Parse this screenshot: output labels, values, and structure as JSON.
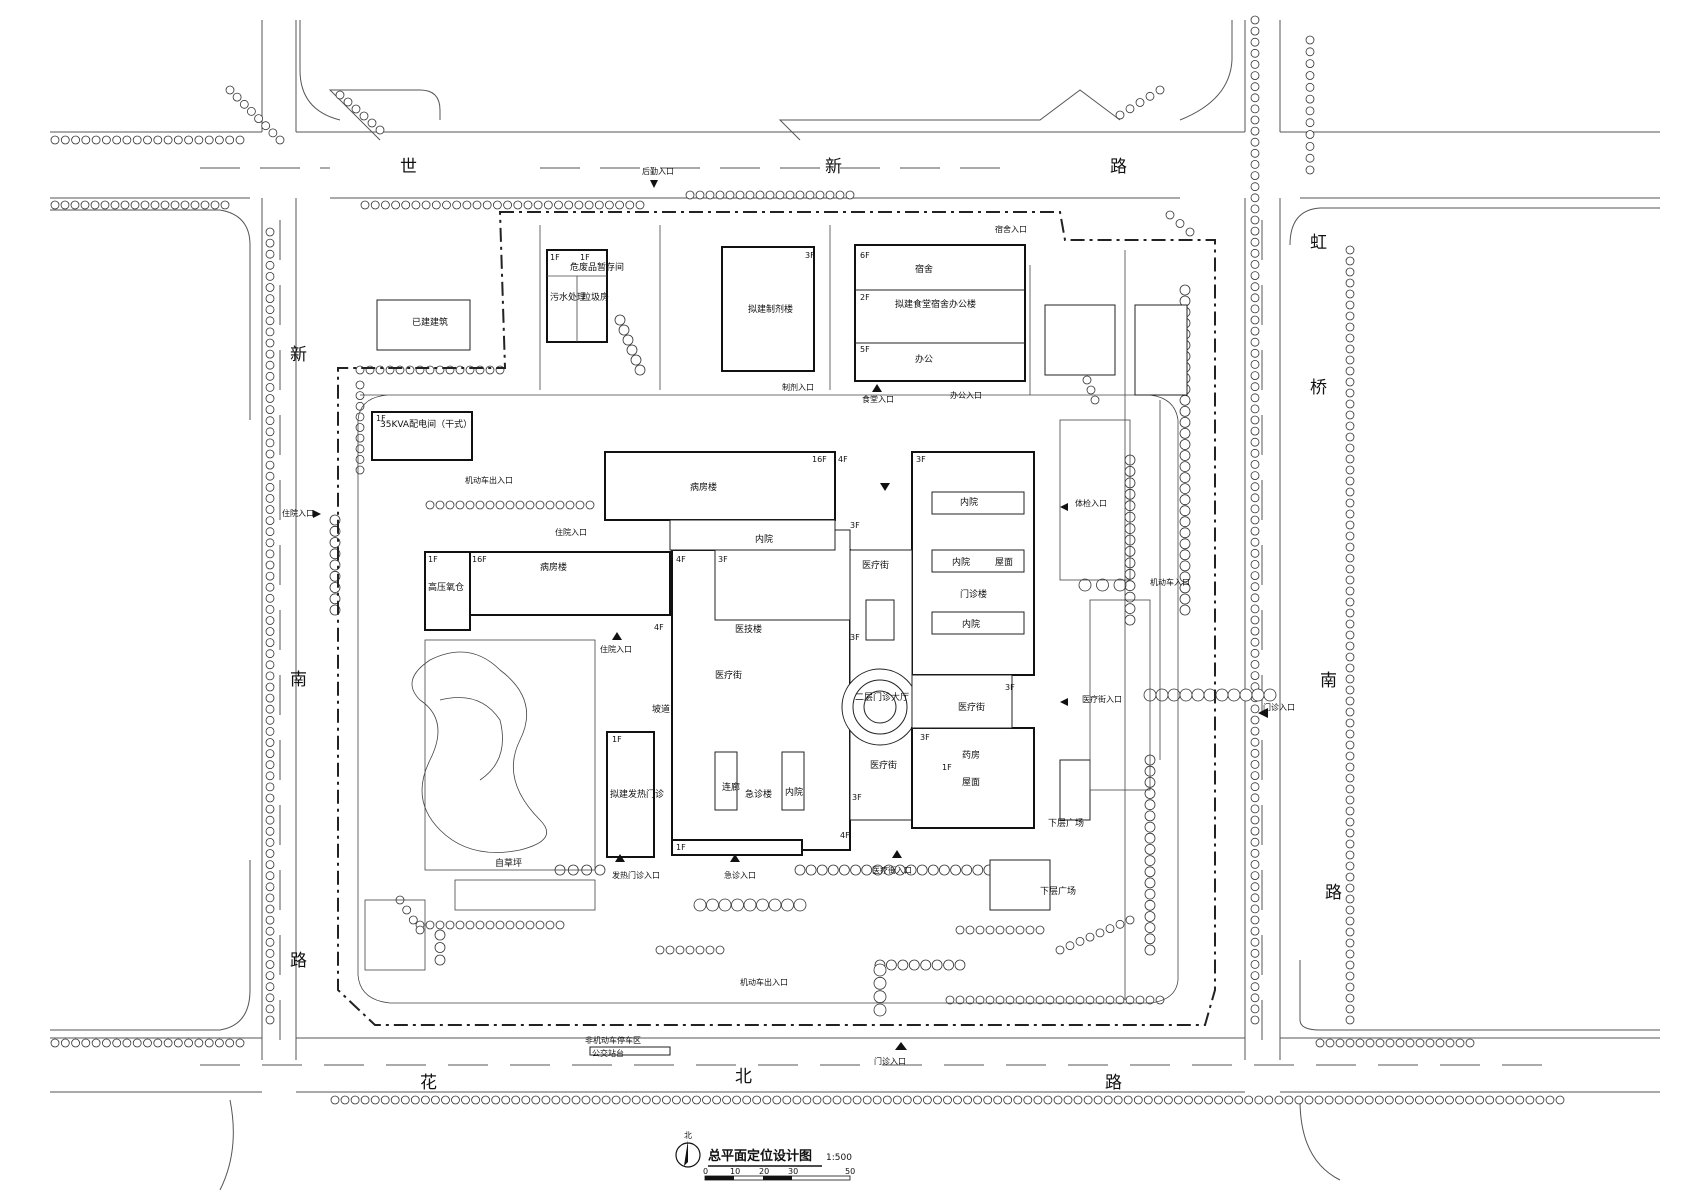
{
  "roads": {
    "top": [
      "世",
      "新",
      "路"
    ],
    "left": [
      "新",
      "南",
      "路"
    ],
    "right": [
      "虹",
      "桥",
      "南",
      "路"
    ],
    "bottom": [
      "花",
      "北",
      "路"
    ]
  },
  "buildings": {
    "existing": "已建建筑",
    "waste": "危废品暂存间",
    "sewage": "污水处理",
    "boiler": "垃圾房",
    "prep": "拟建制剂楼",
    "dorm": "宿舍",
    "canteen": "拟建食堂宿舍办公楼",
    "office": "办公",
    "substation": "35KVA配电间（干式）",
    "ward_top": "病房楼",
    "ward_mid": "病房楼",
    "oxygen": "高压氧仓",
    "courtyard1": "内院",
    "courtyard2": "内院",
    "courtyard3": "内院",
    "courtyard4": "内院",
    "courtyard5": "内院",
    "roof": "屋面",
    "outpatient": "门诊楼",
    "medtech": "医技楼",
    "medstreet1": "医疗街",
    "medstreet2": "医疗街",
    "medstreet3": "医疗街",
    "medstreet4": "医疗街",
    "hall": "二层门诊大厅",
    "pharmacy": "药房",
    "roof2": "屋面",
    "fever": "拟建发热门诊",
    "emergency": "急诊楼",
    "corridor": "连廊",
    "ramp": "坡道",
    "sunken": "下层广场",
    "sunken2": "下层广场",
    "lawn": "自草坪"
  },
  "floors": {
    "f1a": "1F",
    "f1b": "1F",
    "f3a": "3F",
    "f6": "6F",
    "f2": "2F",
    "f5": "5F",
    "f1c": "1F",
    "f16a": "16F",
    "f4a": "4F",
    "f3b": "3F",
    "f1d": "1F",
    "f16b": "16F",
    "f4b": "4F",
    "f3c": "3F",
    "f4c": "4F",
    "f3d": "3F",
    "f3e": "3F",
    "f3f": "3F",
    "f1e": "1F",
    "f1f": "1F",
    "f3g": "3F",
    "f1g": "1F",
    "f4d": "4F",
    "f3h": "3F"
  },
  "entrances": {
    "logistics": "后勤入口",
    "dorm": "宿舍入口",
    "prep": "制剂入口",
    "canteen": "食堂入口",
    "office": "办公入口",
    "vehicle_top": "机动车出入口",
    "inpatient_left": "住院入口",
    "inpatient_mid": "住院入口",
    "inpatient_south": "住院入口",
    "physical": "体检入口",
    "vehicle_right": "机动车入口",
    "outpatient_right": "门诊入口",
    "medstreet_right": "医疗街入口",
    "fever": "发热门诊入口",
    "emergency": "急诊入口",
    "medstreet_south": "医疗街入口",
    "vehicle_bottom": "机动车出入口",
    "outpatient_south": "门诊入口",
    "bike": "非机动车停车区",
    "bus": "公交站台"
  },
  "legend": {
    "north": "北",
    "title": "总平面定位设计图",
    "scale": "1:500",
    "bar": [
      "0",
      "10",
      "20",
      "30",
      "50"
    ]
  }
}
